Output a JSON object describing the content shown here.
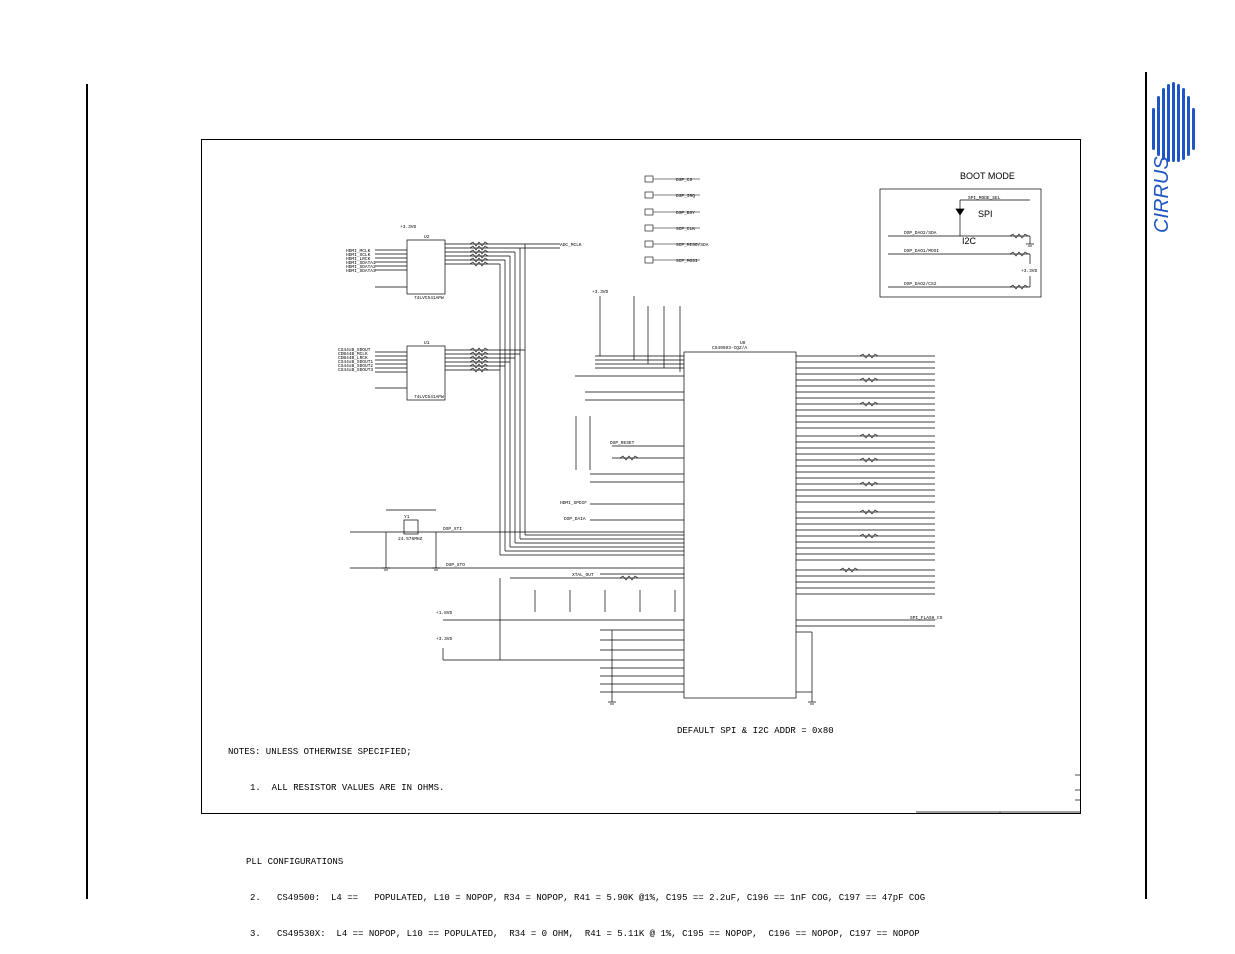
{
  "logo": {
    "text": "CIRRUS",
    "color": "#1f55c4"
  },
  "boot_mode": {
    "title": "BOOT MODE",
    "spi_label": "SPI",
    "i2c_label": "I2C"
  },
  "default_addr": "DEFAULT SPI & I2C ADDR = 0x80",
  "notes": {
    "header": "NOTES: UNLESS OTHERWISE SPECIFIED;",
    "item1": "1.  ALL RESISTOR VALUES ARE IN OHMS.",
    "pll_title": "PLL CONFIGURATIONS",
    "item2": "2.   CS49500:  L4 ==   POPULATED, L10 = NOPOP, R34 = NOPOP, R41 = 5.90K @1%, C195 == 2.2uF, C196 == 1nF COG, C197 == 47pF COG",
    "item3": "3.   CS49530X:  L4 == NOPOP, L10 == POPULATED,  R34 = 0 OHM,  R41 = 5.11K @ 1%, C195 == NOPOP,  C196 == NOPOP, C197 == NOPOP"
  },
  "chips": {
    "u2": "U2",
    "u2_part": "74LVC541APW",
    "u1": "U1",
    "u1_part": "74LVC541APW",
    "u8": "U8",
    "u8_part": "CS49503-CQZ/A",
    "y1": "Y1",
    "y1_freq": "24.576MHZ"
  },
  "rails": {
    "v33": "+3.3VD",
    "v18": "+1.8VD"
  },
  "testpoints": [
    "DSP_CS",
    "DSP_IRQ",
    "DSP_BSY",
    "SCP_CLK",
    "SCP_MISO/SDA",
    "SCP_MOSI"
  ],
  "u2_inputs": [
    "HDMI_MCLK",
    "HDMI_SCLK",
    "HDMI_LRCK",
    "HDMI_SDATA1",
    "HDMI_SDATA2",
    "HDMI_SDATA3"
  ],
  "u1_inputs": [
    "CS44xB_SDOUT",
    "CDB44B_MCLK",
    "CDB44B_LRCK",
    "CS44xB_SDOUT1",
    "CS44xB_SDOUT2",
    "CS44xB_SDOUT3"
  ],
  "misc_labels": {
    "dsp_xti": "DSP_XTI",
    "dsp_xto": "DSP_XTO",
    "dsp_reset": "DSP_RESET",
    "hdmi_spdif": "HDMI_SPDIF",
    "dsp_dai": "DSP_DAIA",
    "spi_flash": "SPI_FLASH_CS",
    "xtal_out": "XTAL_OUT",
    "adc_mclk": "ADC_MCLK",
    "boot_spi_sel": "SPI_MODE_SEL",
    "dsp_dao_lrck": "DSP_DAO2/SDA",
    "dsp_dao_sclk": "DSP_DAO1/MOSI",
    "dsp_dao_cs": "DSP_DAO2/CS2"
  }
}
